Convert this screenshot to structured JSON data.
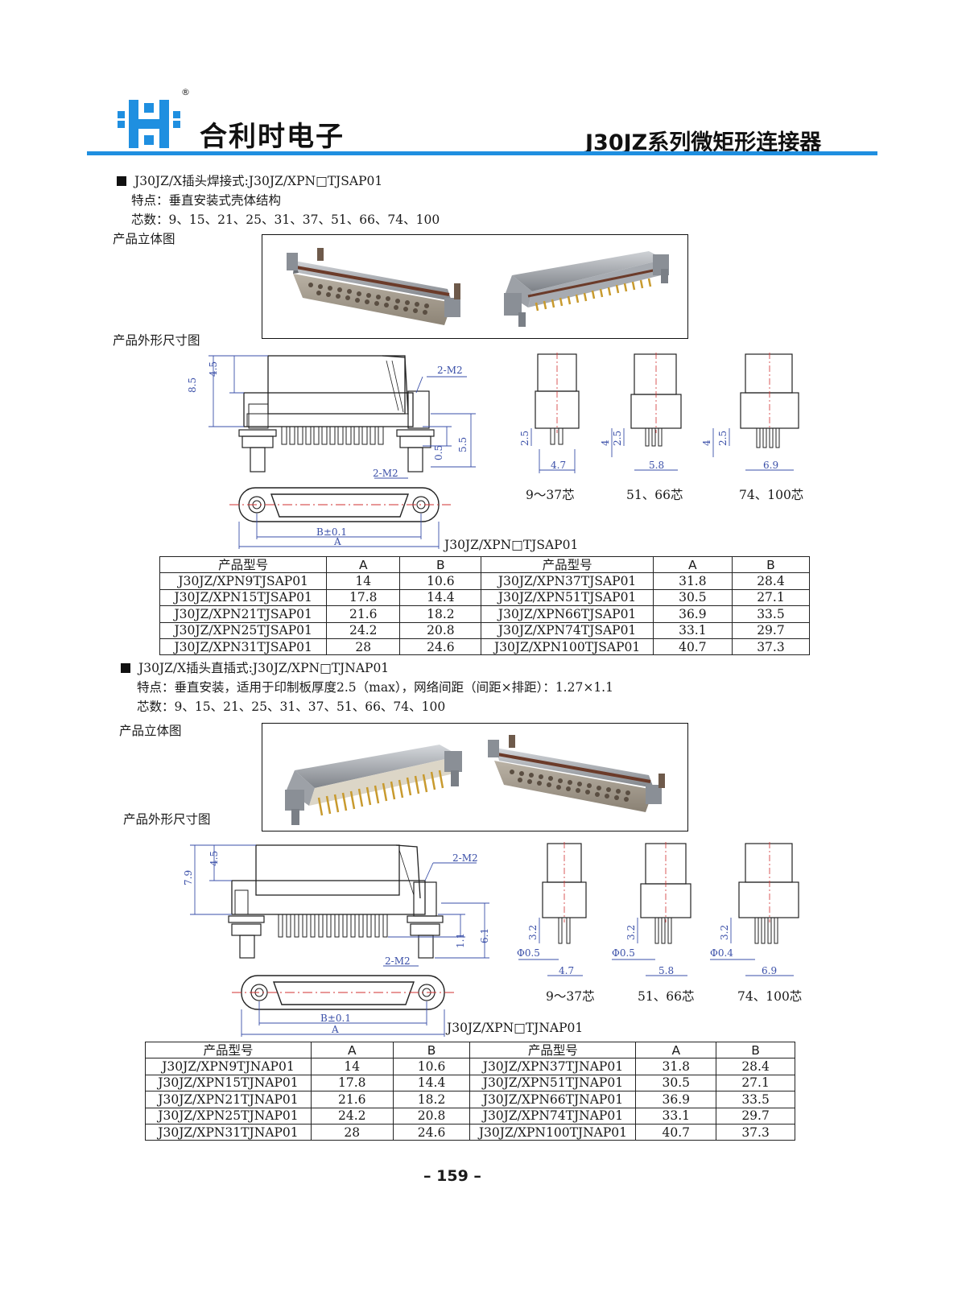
{
  "header": {
    "logo_reg": "®",
    "brand": "合利时电子",
    "series_title": "J30JZ系列微矩形连接器"
  },
  "section1": {
    "title": "J30JZ/X插头焊接式:J30JZ/XPN□TJSAP01",
    "feature": "特点：垂直安装式壳体结构",
    "cores": "芯数：9、15、21、25、31、37、51、66、74、100",
    "view_3d_label": "产品立体图",
    "outline_label": "产品外形尺寸图",
    "drawing": {
      "dim_45": "4.5",
      "dim_85": "8.5",
      "dim_2m2_top": "2-M2",
      "dim_05": "0.5",
      "dim_55": "5.5",
      "dim_2m2_bottom": "2-M2",
      "dim_b": "B±0.1",
      "dim_a": "A",
      "model_caption": "J30JZ/XPN□TJSAP01"
    },
    "pin_views": [
      {
        "caption": "9～37芯",
        "dim_height": "2.5",
        "dim_width": "4.7",
        "dim_extra": ""
      },
      {
        "caption": "51、66芯",
        "dim_height": "2.5",
        "dim_width": "5.8",
        "dim_extra": "4"
      },
      {
        "caption": "74、100芯",
        "dim_height": "2.5",
        "dim_width": "6.9",
        "dim_extra": "4"
      }
    ],
    "table": {
      "headers": [
        "产品型号",
        "A",
        "B",
        "产品型号",
        "A",
        "B"
      ],
      "rows": [
        [
          "J30JZ/XPN9TJSAP01",
          "14",
          "10.6",
          "J30JZ/XPN37TJSAP01",
          "31.8",
          "28.4"
        ],
        [
          "J30JZ/XPN15TJSAP01",
          "17.8",
          "14.4",
          "J30JZ/XPN51TJSAP01",
          "30.5",
          "27.1"
        ],
        [
          "J30JZ/XPN21TJSAP01",
          "21.6",
          "18.2",
          "J30JZ/XPN66TJSAP01",
          "36.9",
          "33.5"
        ],
        [
          "J30JZ/XPN25TJSAP01",
          "24.2",
          "20.8",
          "J30JZ/XPN74TJSAP01",
          "33.1",
          "29.7"
        ],
        [
          "J30JZ/XPN31TJSAP01",
          "28",
          "24.6",
          "J30JZ/XPN100TJSAP01",
          "40.7",
          "37.3"
        ]
      ]
    }
  },
  "section2": {
    "title": "J30JZ/X插头直插式:J30JZ/XPN□TJNAP01",
    "feature": "特点：垂直安装，适用于印制板厚度2.5（max），网络间距（间距×排距）：1.27×1.1",
    "cores": "芯数：9、15、21、25、31、37、51、66、74、100",
    "view_3d_label": "产品立体图",
    "outline_label": "产品外形尺寸图",
    "drawing": {
      "dim_45": "4.5",
      "dim_79": "7.9",
      "dim_2m2_top": "2-M2",
      "dim_11": "1.1",
      "dim_61": "6.1",
      "dim_2m2_bottom": "2-M2",
      "dim_b": "B±0.1",
      "dim_a": "A",
      "model_caption": "J30JZ/XPN□TJNAP01"
    },
    "pin_views": [
      {
        "caption": "9～37芯",
        "dim_height": "3.2",
        "dim_width": "4.7",
        "dim_dia": "Φ0.5"
      },
      {
        "caption": "51、66芯",
        "dim_height": "3.2",
        "dim_width": "5.8",
        "dim_dia": "Φ0.5"
      },
      {
        "caption": "74、100芯",
        "dim_height": "3.2",
        "dim_width": "6.9",
        "dim_dia": "Φ0.4"
      }
    ],
    "table": {
      "headers": [
        "产品型号",
        "A",
        "B",
        "产品型号",
        "A",
        "B"
      ],
      "rows": [
        [
          "J30JZ/XPN9TJNAP01",
          "14",
          "10.6",
          "J30JZ/XPN37TJNAP01",
          "31.8",
          "28.4"
        ],
        [
          "J30JZ/XPN15TJNAP01",
          "17.8",
          "14.4",
          "J30JZ/XPN51TJNAP01",
          "30.5",
          "27.1"
        ],
        [
          "J30JZ/XPN21TJNAP01",
          "21.6",
          "18.2",
          "J30JZ/XPN66TJNAP01",
          "36.9",
          "33.5"
        ],
        [
          "J30JZ/XPN25TJNAP01",
          "24.2",
          "20.8",
          "J30JZ/XPN74TJNAP01",
          "33.1",
          "29.7"
        ],
        [
          "J30JZ/XPN31TJNAP01",
          "28",
          "24.6",
          "J30JZ/XPN100TJNAP01",
          "40.7",
          "37.3"
        ]
      ]
    }
  },
  "footer": {
    "page_number": "159",
    "dash": "–"
  },
  "colors": {
    "accent_blue": "#1f8fe0",
    "dimension_blue": "#3a4fa8",
    "centerline_red": "#d23030"
  }
}
